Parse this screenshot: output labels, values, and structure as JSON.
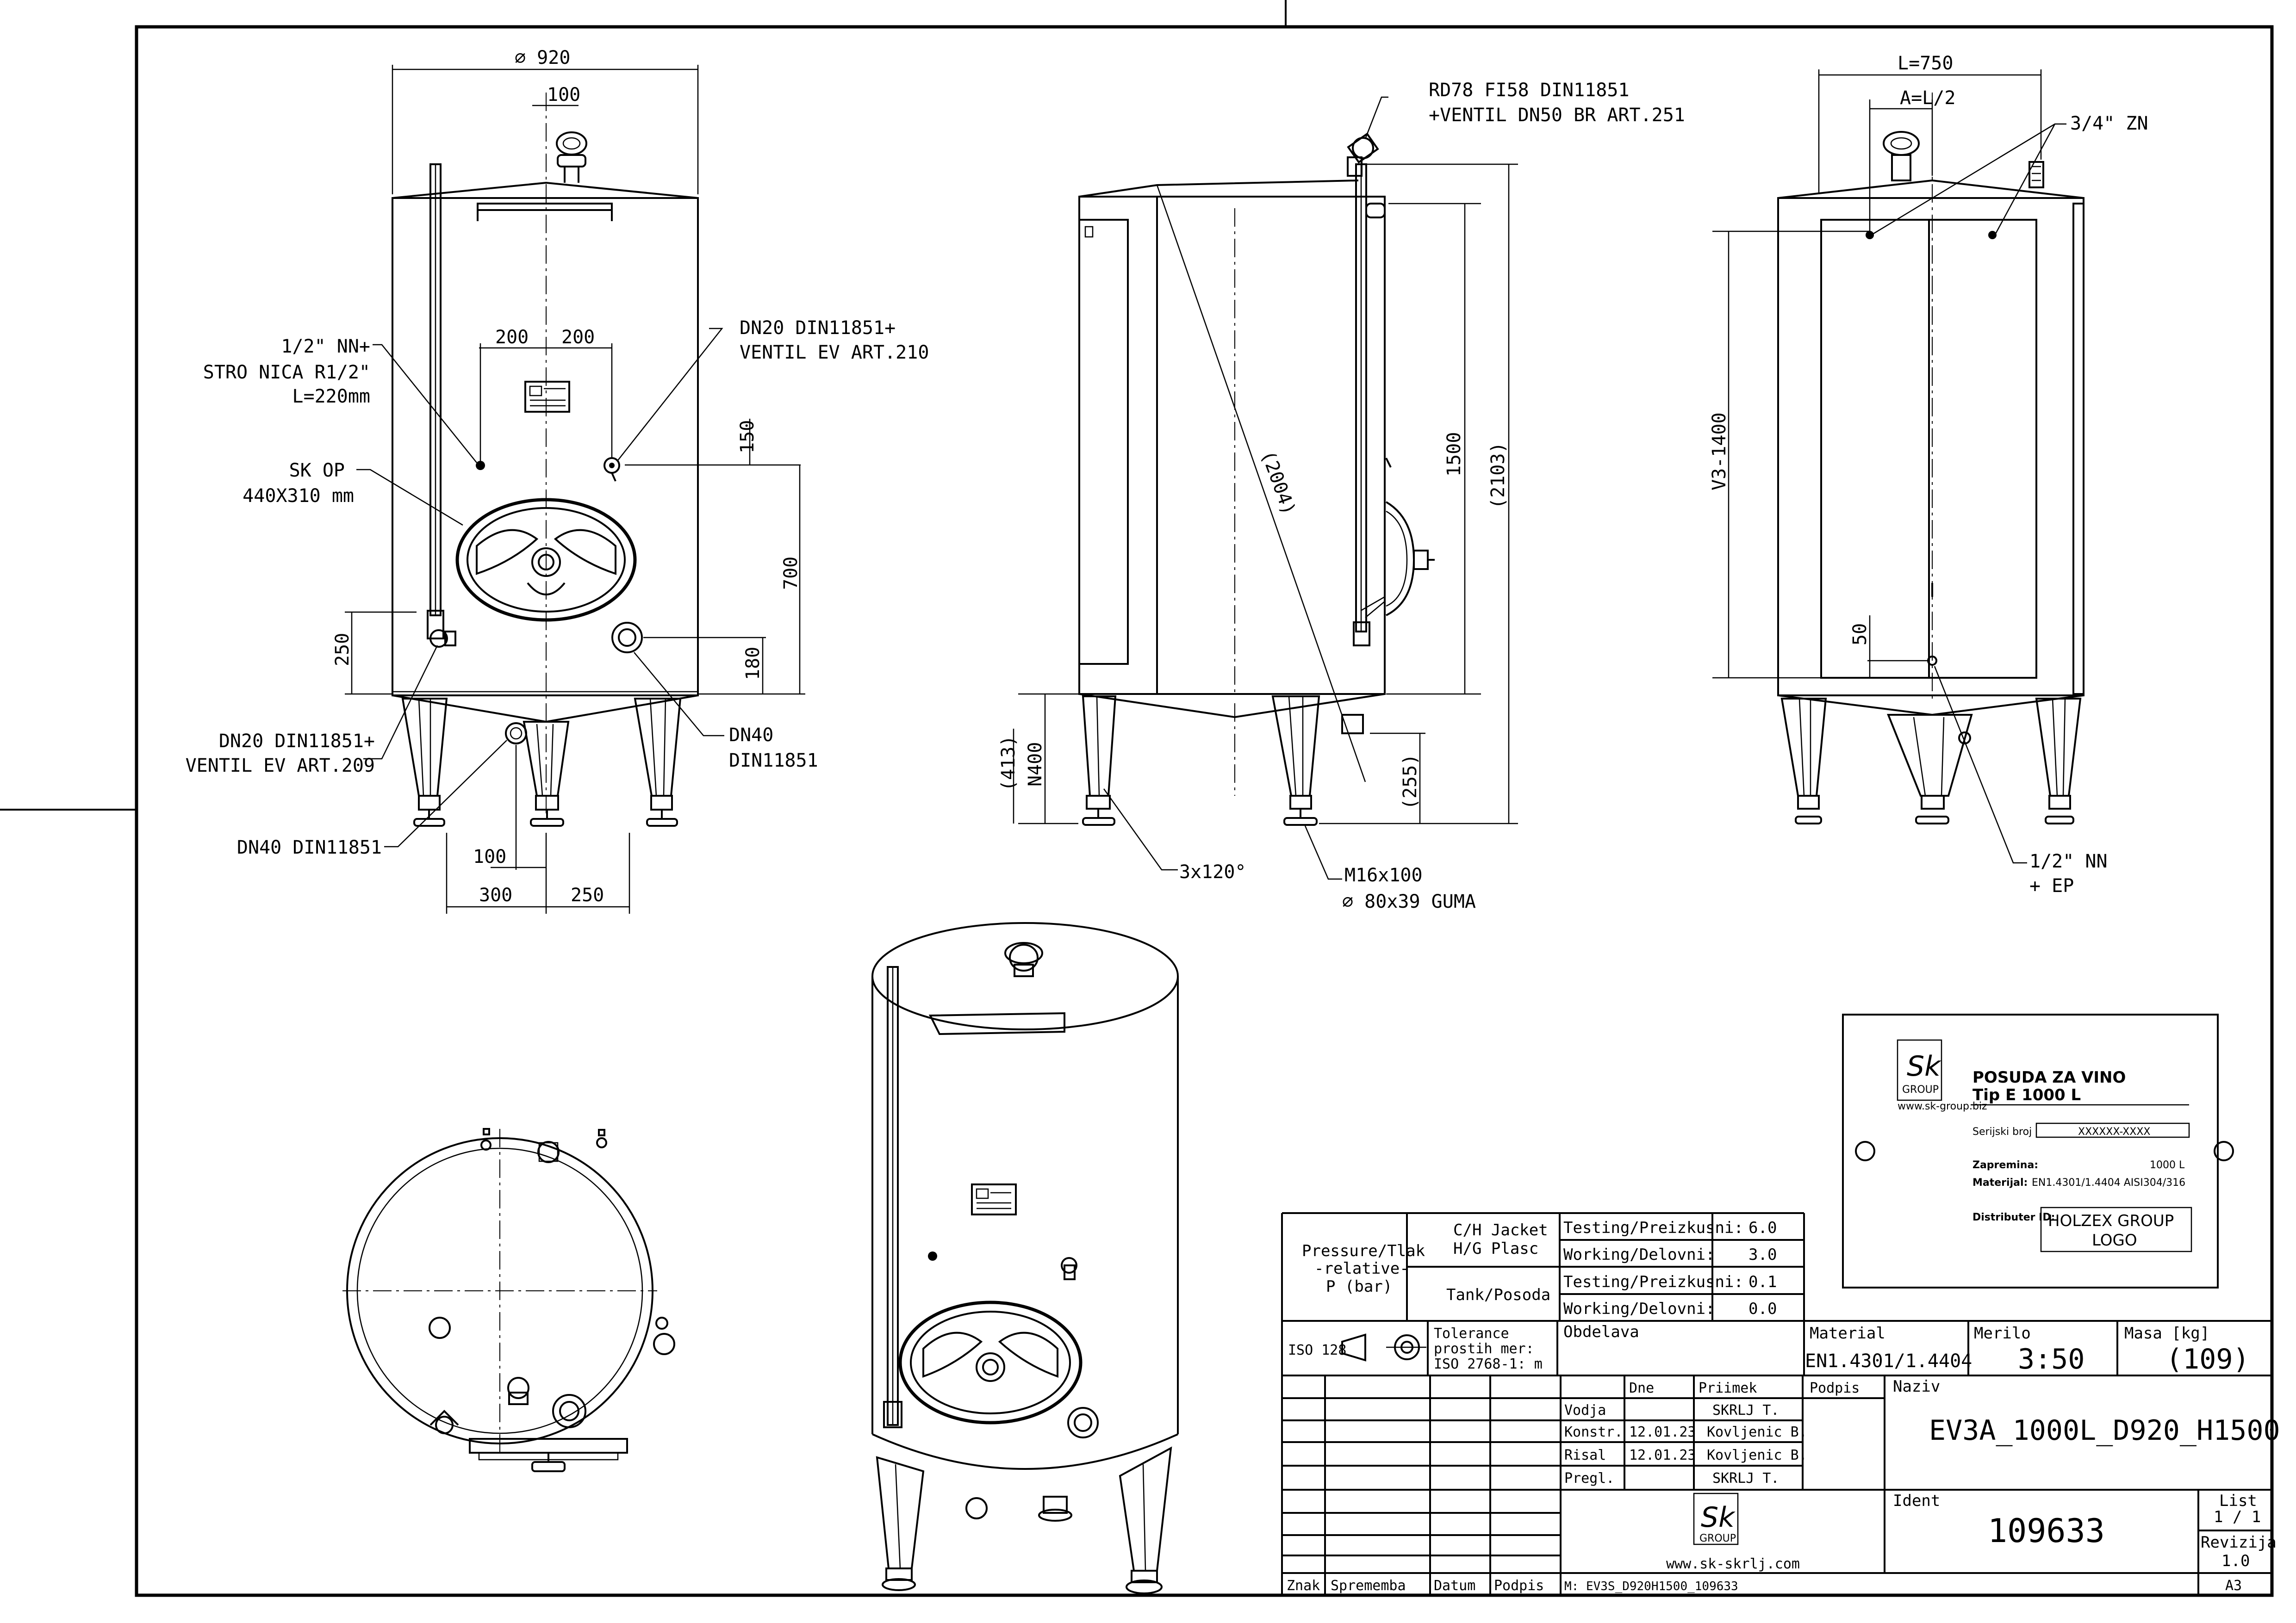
{
  "front": {
    "dia": "∅ 920",
    "top_100": "100",
    "d200a": "200",
    "d200b": "200",
    "d150": "150",
    "d700": "700",
    "d250": "250",
    "d180": "180",
    "b100": "100",
    "b300": "300",
    "b250": "250",
    "lbl_nn": [
      "1/2\" NN+",
      "STRO NICA R1/2\"",
      "L=220mm"
    ],
    "lbl_dn20_top": [
      "DN20 DIN11851+",
      "VENTIL EV ART.210"
    ],
    "lbl_skop": [
      "SK OP",
      "440X310 mm"
    ],
    "lbl_dn20_bot": [
      "DN20 DIN11851+",
      "VENTIL EV ART.209"
    ],
    "lbl_dn40_r": [
      "DN40",
      "DIN11851"
    ],
    "lbl_dn40_b": "DN40 DIN11851"
  },
  "side": {
    "lbl_rd": [
      "RD78 FI58 DIN11851",
      "+VENTIL DN50 BR ART.251"
    ],
    "d2004": "(2004)",
    "d1500": "1500",
    "d2103": "(2103)",
    "d413": "(413)",
    "n400": "N400",
    "d255": "(255)",
    "lbl_legs": "3x120°",
    "lbl_m16": [
      "M16x100",
      "∅ 80x39 GUMA"
    ]
  },
  "back": {
    "l750": "L=750",
    "al2": "A=L/2",
    "zn": "3/4\" ZN",
    "v3": "V3-1400",
    "d50": "50",
    "nn": [
      "1/2\" NN",
      "+ EP"
    ]
  },
  "plate": {
    "title1": "POSUDA ZA VINO",
    "title2": "Tip E 1000 L",
    "logo": "Sk",
    "logo_sub": "GROUP",
    "web": "www.sk-group.biz",
    "serial_label": "Serijski broj",
    "serial": "XXXXXX-XXXX",
    "vol_label": "Zapremina:",
    "vol": "1000 L",
    "mat_label": "Materijal:",
    "mat": "EN1.4301/1.4404  AISI304/316",
    "dist_label": "Distributer ID:",
    "dist": [
      "HOLZEX GROUP",
      "LOGO"
    ]
  },
  "titleblock": {
    "pressure": [
      "Pressure/Tlak",
      "-relative-",
      "P (bar)"
    ],
    "jacket": [
      "C/H Jacket",
      "H/G Plasc"
    ],
    "tank": "Tank/Posoda",
    "testing": "Testing/Preizkusni:",
    "working": "Working/Delovni:",
    "jt": "6.0",
    "jw": "3.0",
    "tt": "0.1",
    "tw": "0.0",
    "iso": "ISO 128",
    "tol": [
      "Tolerance",
      "prostih mer:",
      "ISO 2768-1: m"
    ],
    "obdelava": "Obdelava",
    "material_label": "Material",
    "material": "EN1.4301/1.4404",
    "merilo_label": "Merilo",
    "merilo": "3:50",
    "masa_label": "Masa [kg]",
    "masa": "(109)",
    "col_dne": "Dne",
    "col_priimek": "Priimek",
    "col_podpis": "Podpis",
    "rows": [
      {
        "role": "Vodja",
        "date": "",
        "name": "SKRLJ T."
      },
      {
        "role": "Konstr.",
        "date": "12.01.23",
        "name": "Kovljenic B."
      },
      {
        "role": "Risal",
        "date": "12.01.23",
        "name": "Kovljenic B."
      },
      {
        "role": "Pregl.",
        "date": "",
        "name": "SKRLJ T."
      }
    ],
    "naziv_label": "Naziv",
    "naziv": "EV3A_1000L_D920_H1500",
    "ident_label": "Ident",
    "ident": "109633",
    "list_label": "List",
    "list": "1 / 1",
    "rev_label": "Revizija",
    "rev": "1.0",
    "size": "A3",
    "web": "www.sk-skrlj.com",
    "logo": "Sk",
    "logo_sub": "GROUP",
    "znak": "Znak",
    "sprememba": "Sprememba",
    "datum": "Datum",
    "podpis": "Podpis",
    "model": "M: EV3S_D920H1500_109633"
  }
}
